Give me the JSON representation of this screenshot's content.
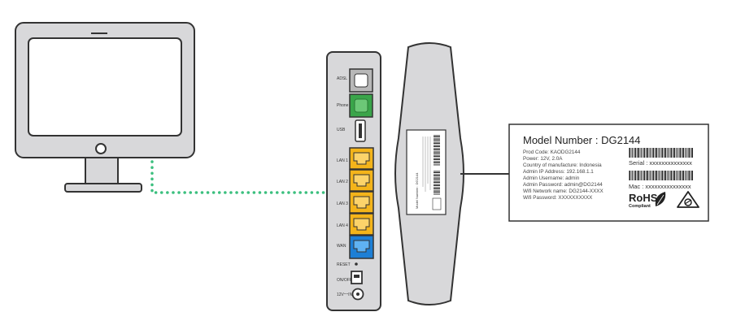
{
  "ports": [
    {
      "label": "ADSL",
      "color": "#b8b8b8"
    },
    {
      "label": "Phone",
      "color": "#3aa54a"
    },
    {
      "label": "USB"
    },
    {
      "label": "LAN 1",
      "color": "#f4b41a"
    },
    {
      "label": "LAN 2",
      "color": "#f4b41a"
    },
    {
      "label": "LAN 3",
      "color": "#f4b41a"
    },
    {
      "label": "LAN 4",
      "color": "#f4b41a"
    },
    {
      "label": "WAN",
      "color": "#1d7fd6"
    },
    {
      "label": "RESET"
    },
    {
      "label": "ON/OFF"
    },
    {
      "label": "12V⁼⁼IN"
    }
  ],
  "label": {
    "title": "Model Number : DG2144",
    "lines": [
      "Prod Code: KAODG2144",
      "Power: 12V, 2.0A",
      "Country of manufacture: Indonesia",
      "Admin IP Address: 192.168.1.1",
      "Admin Username: admin",
      "Admin Password: admin@DG2144",
      "Wifi Network name: DG2144-XXXX",
      "Wifi Password: XXXXXXXXXX"
    ],
    "serial": "Serial : xxxxxxxxxxxxxx",
    "mac": "Mac : xxxxxxxxxxxxxxx",
    "rohs": "RoHS",
    "compliant": "Compliant"
  },
  "colors": {
    "outline": "#333333",
    "device_fill": "#d8d8da",
    "cable": "#3bbf7e"
  }
}
